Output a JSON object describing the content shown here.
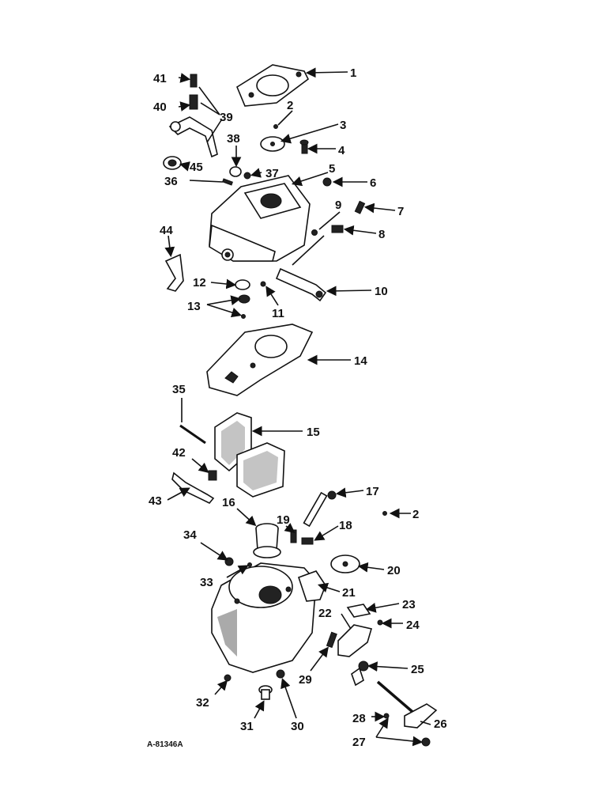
{
  "diagram": {
    "reference_code": "A-81346A",
    "callouts": [
      "1",
      "2",
      "3",
      "4",
      "5",
      "6",
      "7",
      "8",
      "9",
      "10",
      "11",
      "12",
      "13",
      "14",
      "15",
      "16",
      "17",
      "18",
      "19",
      "20",
      "21",
      "22",
      "23",
      "24",
      "25",
      "26",
      "27",
      "28",
      "29",
      "30",
      "31",
      "32",
      "33",
      "34",
      "35",
      "36",
      "37",
      "38",
      "39",
      "40",
      "41",
      "42",
      "43",
      "44",
      "45"
    ],
    "callout_2_repeat": "2"
  }
}
